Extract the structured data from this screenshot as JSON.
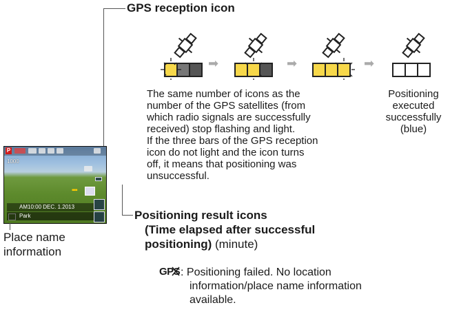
{
  "labels": {
    "gps_reception_icon": "GPS reception icon",
    "positioning_result_icons": "Positioning result icons",
    "time_elapsed_line1": "(Time elapsed after successful",
    "time_elapsed_line2_bold": "positioning)",
    "time_elapsed_unit": " (minute)",
    "place_name_line1": "Place name",
    "place_name_line2": "information"
  },
  "description": {
    "line1": "The same number of icons as the",
    "line2": "number of the GPS satellites (from",
    "line3": "which radio signals are successfully",
    "line4": "received) stop flashing and light.",
    "line5": "If the three bars of the GPS reception",
    "line6": "icon do not light and the icon turns",
    "line7": "off, it means that positioning was",
    "line8": "unsuccessful."
  },
  "positioning_executed": {
    "line1": "Positioning",
    "line2": "executed",
    "line3": "successfully",
    "line4": "(blue)"
  },
  "gps_failed": {
    "icon_text": "GPS",
    "line1": ": Positioning failed. No location",
    "line2": "information/place name information",
    "line3": "available."
  },
  "camera": {
    "place_text": "Park",
    "date_text": "AM10:00 DEC. 1.2013",
    "counter": "1000"
  },
  "colors": {
    "lit_bar": "#f7d84a",
    "dark_bar": "#555555",
    "arrow": "#aaaaaa"
  }
}
